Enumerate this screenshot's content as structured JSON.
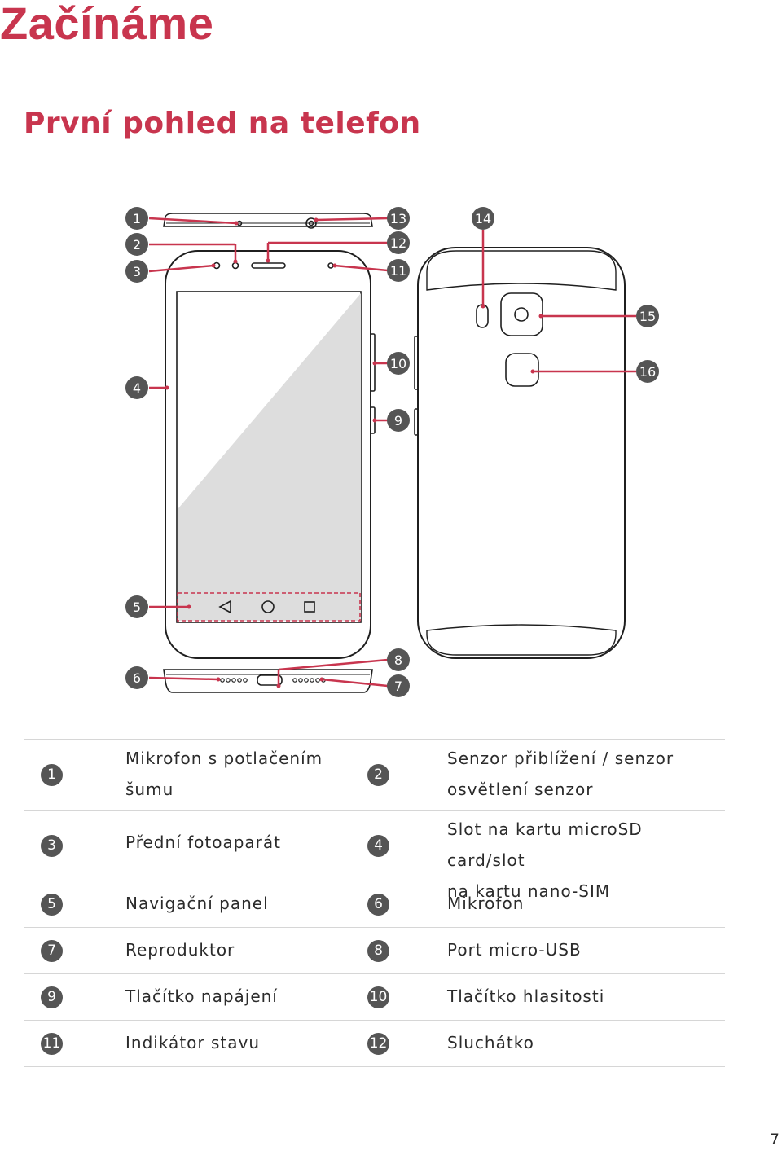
{
  "page": {
    "chapter_title": "Začínáme",
    "section_title": "První pohled na telefon",
    "page_number": "7"
  },
  "callouts": [
    "1",
    "2",
    "3",
    "4",
    "5",
    "6",
    "7",
    "8",
    "9",
    "10",
    "11",
    "12",
    "13",
    "14",
    "15",
    "16"
  ],
  "colors": {
    "accent": "#c8354e",
    "badge": "#555555",
    "rule": "#d6d6d6"
  },
  "legend": [
    {
      "num_left": "1",
      "text_left": [
        "Mikrofon s potlačením",
        "šumu"
      ],
      "num_right": "2",
      "text_right": [
        "Senzor přiblížení / senzor",
        "osvětlení senzor"
      ]
    },
    {
      "num_left": "3",
      "text_left": [
        "Přední fotoaparát"
      ],
      "num_right": "4",
      "text_right": [
        "Slot na kartu microSD card/slot",
        "na kartu nano-SIM"
      ]
    },
    {
      "num_left": "5",
      "text_left": [
        "Navigační panel"
      ],
      "num_right": "6",
      "text_right": [
        "Mikrofon"
      ]
    },
    {
      "num_left": "7",
      "text_left": [
        "Reproduktor"
      ],
      "num_right": "8",
      "text_right": [
        "Port micro-USB"
      ]
    },
    {
      "num_left": "9",
      "text_left": [
        "Tlačítko napájení"
      ],
      "num_right": "10",
      "text_right": [
        "Tlačítko hlasitosti"
      ]
    },
    {
      "num_left": "11",
      "text_left": [
        "Indikátor stavu"
      ],
      "num_right": "12",
      "text_right": [
        "Sluchátko"
      ]
    }
  ]
}
